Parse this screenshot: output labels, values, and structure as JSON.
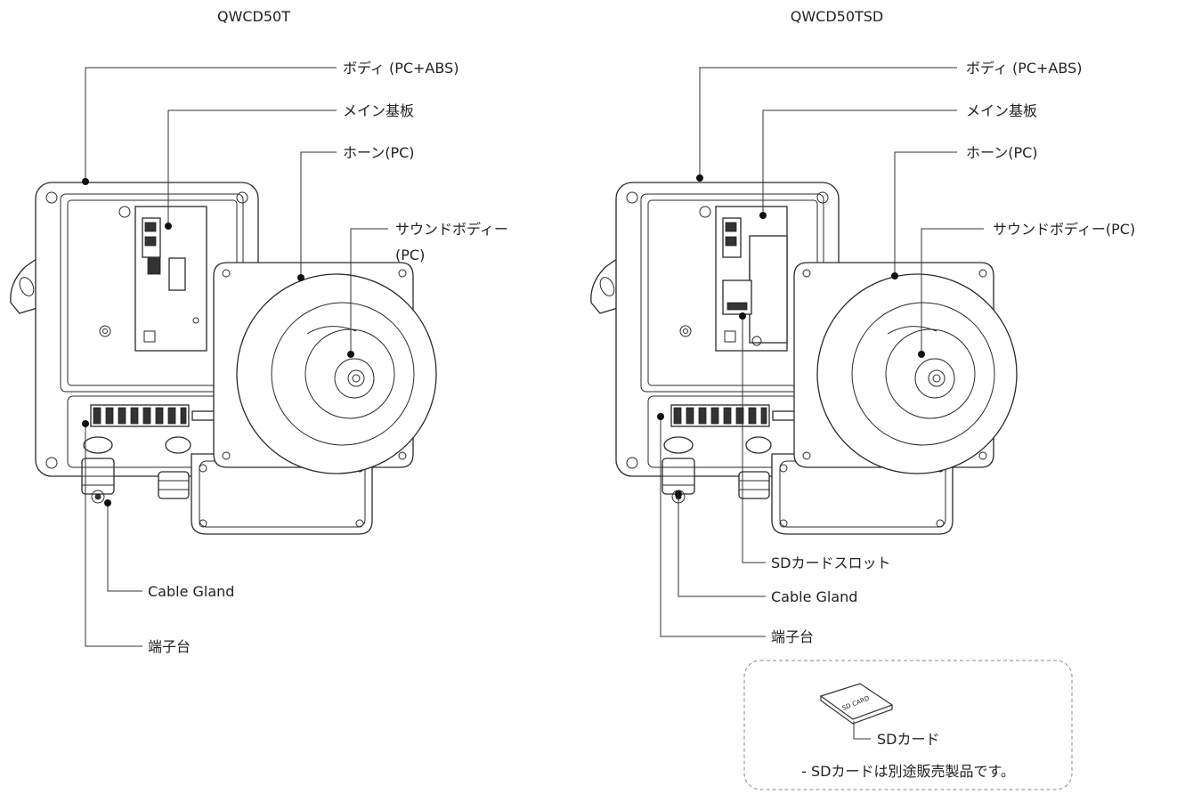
{
  "left": {
    "title": "QWCD50T",
    "labels": {
      "body": "ボディ (PC+ABS)",
      "main_board": "メイン基板",
      "horn": "ホーン(PC)",
      "sound_body_1": "サウンドボディー",
      "sound_body_2": "(PC)",
      "cable_gland": "Cable Gland",
      "terminal_block": "端子台"
    }
  },
  "right": {
    "title": "QWCD50TSD",
    "labels": {
      "body": "ボディ (PC+ABS)",
      "main_board": "メイン基板",
      "horn": "ホーン(PC)",
      "sound_body": "サウンドボディー(PC)",
      "sd_slot": "SDカードスロット",
      "cable_gland": "Cable Gland",
      "terminal_block": "端子台"
    }
  },
  "sd_box": {
    "card_text": "SD CARD",
    "label": "SDカード",
    "note": "- SDカードは別途販売製品です。"
  }
}
